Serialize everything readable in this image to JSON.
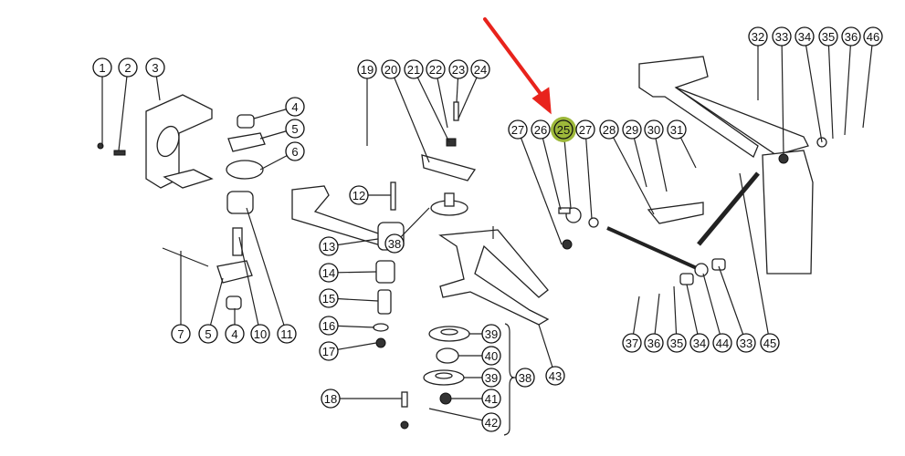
{
  "diagram": {
    "type": "exploded parts diagram",
    "highlight_color": "#9db83a",
    "arrow_color": "#e8231c",
    "highlighted_part": "25",
    "callouts": [
      "1",
      "2",
      "3",
      "4",
      "5",
      "6",
      "7",
      "5",
      "4",
      "10",
      "11",
      "12",
      "13",
      "14",
      "15",
      "16",
      "17",
      "18",
      "19",
      "20",
      "21",
      "22",
      "23",
      "24",
      "38",
      "39",
      "40",
      "39",
      "41",
      "42",
      "38",
      "43",
      "27",
      "26",
      "25",
      "27",
      "28",
      "29",
      "30",
      "31",
      "32",
      "33",
      "34",
      "35",
      "36",
      "46",
      "37",
      "36",
      "35",
      "34",
      "44",
      "33",
      "45"
    ]
  }
}
